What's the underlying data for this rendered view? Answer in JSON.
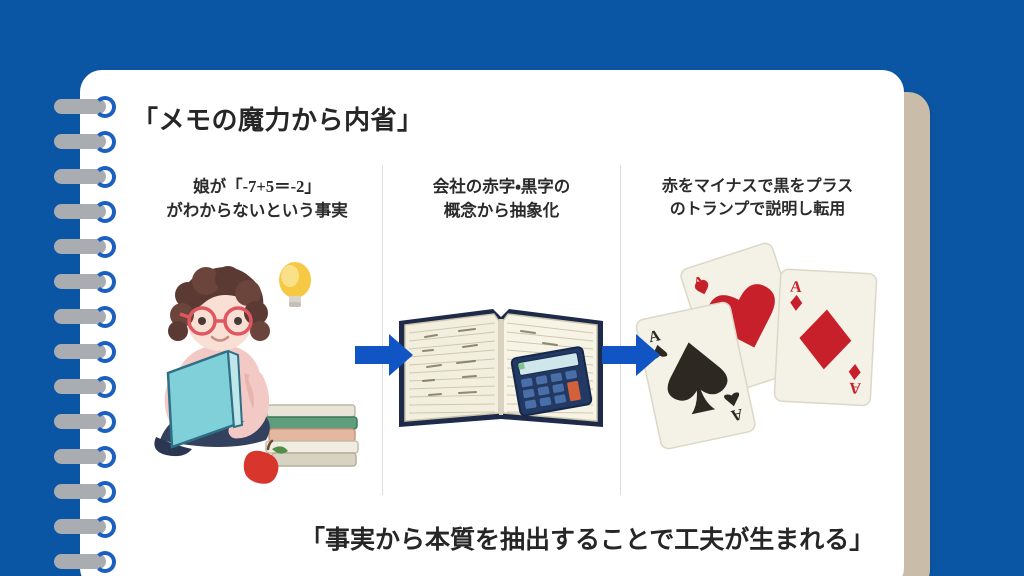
{
  "slide": {
    "background_color": "#0b56a4",
    "sheet_color": "#ffffff",
    "back_page_color": "#c9bda9",
    "accent_color": "#1b5fc1",
    "ring_bar_color": "#a9adb2",
    "divider_color": "#dcdcdc",
    "title": "「メモの魔力から内省」",
    "caption": "「事実から本質を抽出することで工夫が生まれる」",
    "ring_count": 14
  },
  "columns": [
    {
      "id": "fact",
      "heading_line1": "娘が「-7+5＝-2」",
      "heading_line2": "がわからないという事実",
      "art_name": "girl-reading-illustration",
      "art_caption": "眼鏡の女の子が本を読むイラスト"
    },
    {
      "id": "abstraction",
      "heading_line1": "会社の赤字・黒字の",
      "heading_line2": "概念から抽象化",
      "art_name": "ledger-book-calculator-illustration",
      "art_caption": "帳簿と電卓のイラスト"
    },
    {
      "id": "transfer",
      "heading_line1": "赤をマイナスで黒をプラス",
      "heading_line2": "のトランプで説明し転用",
      "art_name": "playing-cards-illustration",
      "art_caption": "トランプのエース三枚"
    }
  ],
  "arrows": [
    {
      "id": "arrow-1",
      "direction": "right",
      "color": "#1155c4"
    },
    {
      "id": "arrow-2",
      "direction": "right",
      "color": "#1155c4"
    }
  ],
  "cards": [
    {
      "rank": "A",
      "suit": "spade",
      "color": "#2e2823"
    },
    {
      "rank": "A",
      "suit": "heart",
      "color": "#c8202a"
    },
    {
      "rank": "A",
      "suit": "diamond",
      "color": "#c8202a"
    }
  ]
}
